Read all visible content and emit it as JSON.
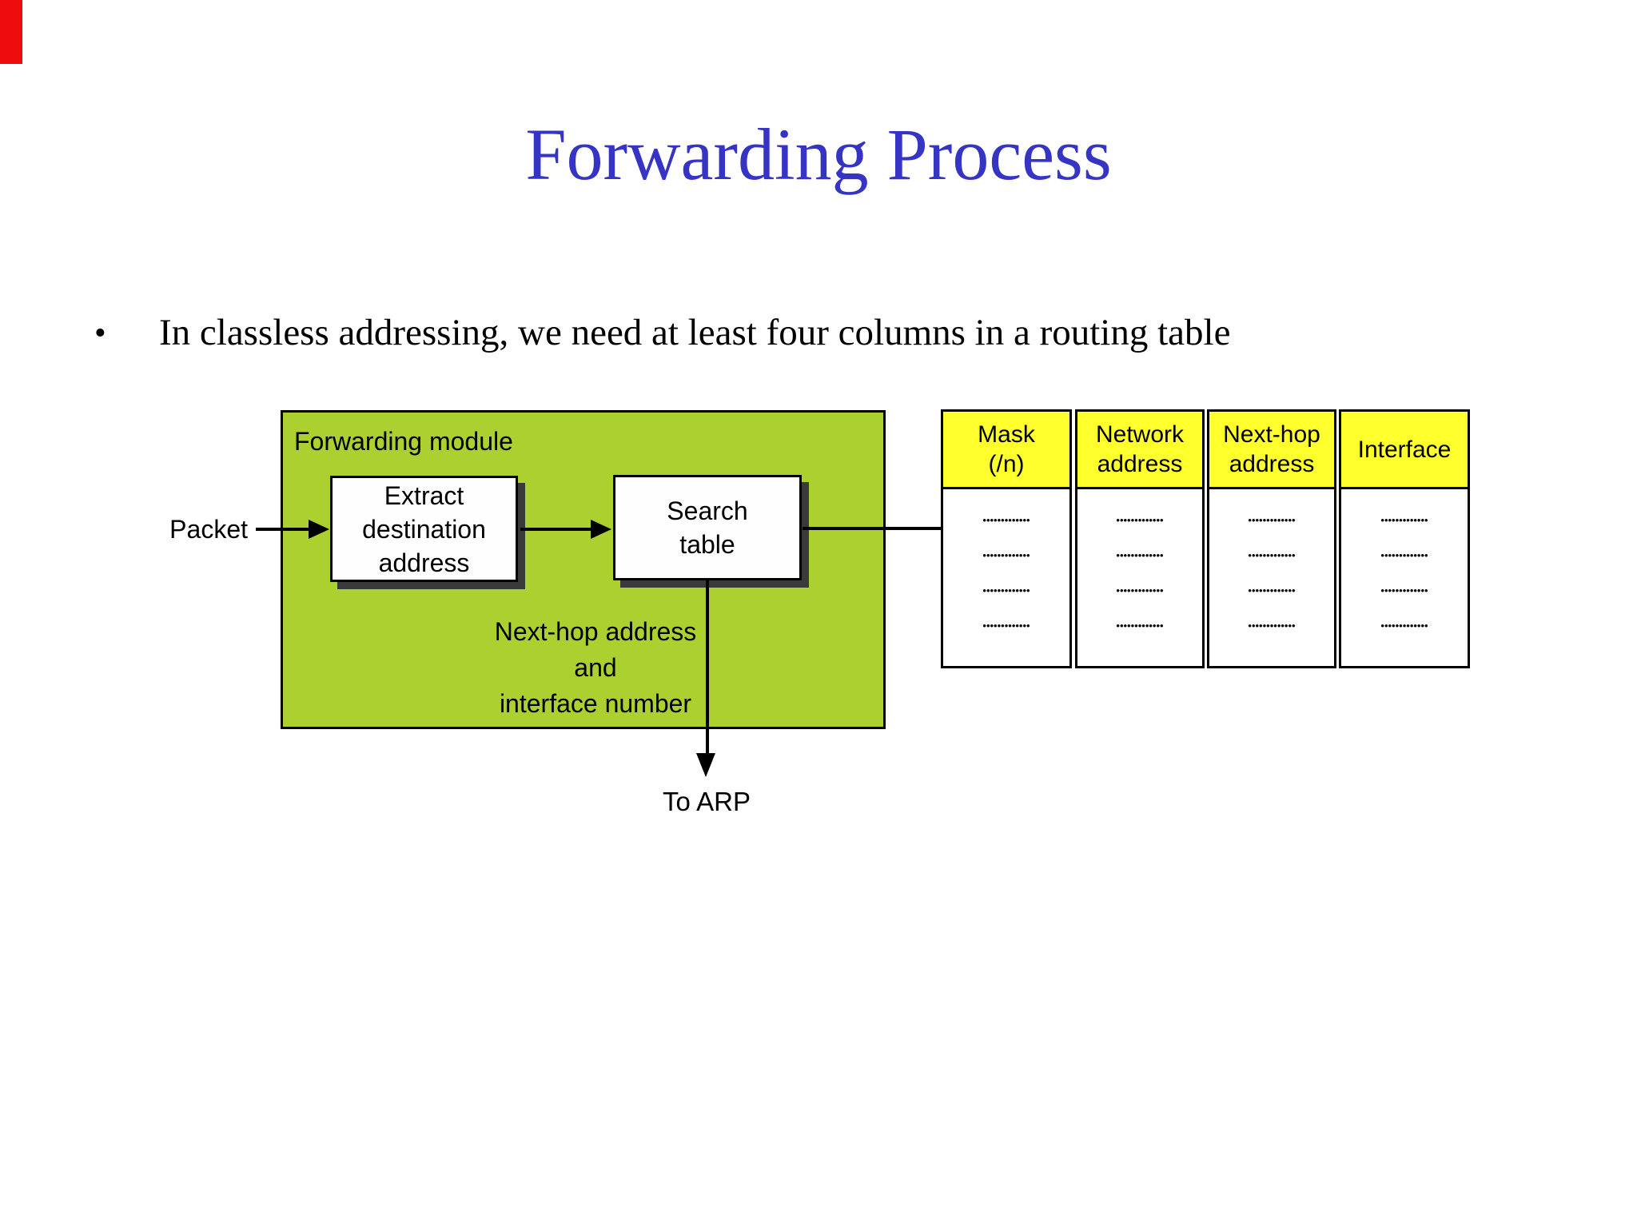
{
  "slide": {
    "title": "Forwarding Process",
    "bullet_glyph": "•",
    "bullet_text": "In classless addressing, we need at least four columns in a routing table"
  },
  "diagram": {
    "module_label": "Forwarding module",
    "packet_label": "Packet",
    "extract_box_label": "Extract\ndestination\naddress",
    "search_box_label": "Search\ntable",
    "output_note": "Next-hop address\nand\ninterface number",
    "to_arp_label": "To ARP"
  },
  "routing_table": {
    "dots": "•••••••••••••",
    "rows_per_column": 4,
    "columns": [
      {
        "header": "Mask\n(/n)"
      },
      {
        "header": "Network\naddress"
      },
      {
        "header": "Next-hop\naddress"
      },
      {
        "header": "Interface"
      }
    ]
  },
  "colors": {
    "title_blue": "#3634c4",
    "module_green": "#abd02f",
    "header_yellow": "#ffff2d",
    "corner_red": "#ee0d0d",
    "box_shadow": "#3a3a3a"
  }
}
